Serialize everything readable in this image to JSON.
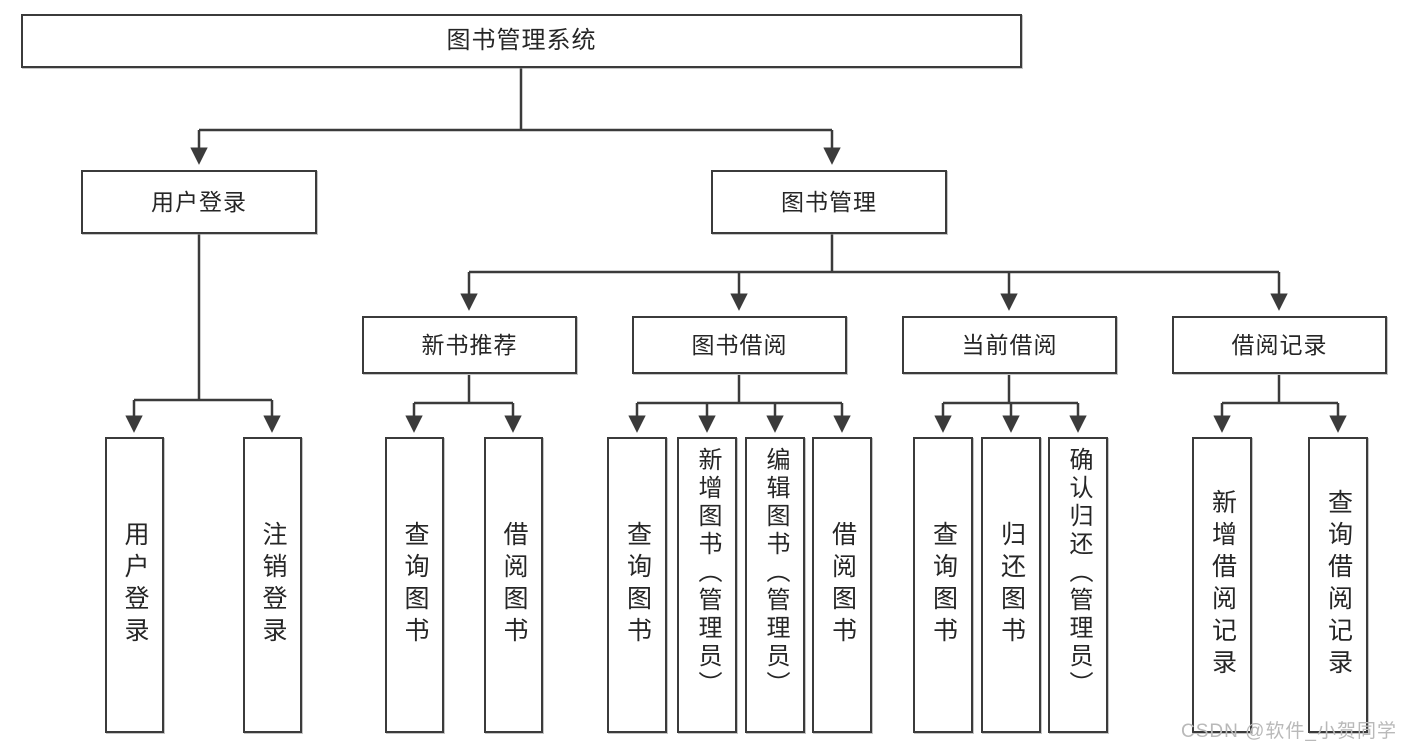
{
  "diagram": {
    "title": "图书管理系统",
    "type": "tree",
    "watermark": "CSDN @软件_小贺同学",
    "colors": {
      "box_border": "#3b3b3b",
      "box_fill": "#ffffff",
      "connector": "#3b3b3b",
      "text": "#262626",
      "watermark": "#b9b9b9"
    },
    "levels": {
      "root": "图书管理系统",
      "level2": [
        "用户登录",
        "图书管理"
      ],
      "level3": [
        "新书推荐",
        "图书借阅",
        "当前借阅",
        "借阅记录"
      ]
    },
    "nodes": {
      "root": {
        "label": "图书管理系统"
      },
      "user_login": {
        "label": "用户登录"
      },
      "book_manage": {
        "label": "图书管理"
      },
      "new_book_rec": {
        "label": "新书推荐"
      },
      "book_borrow": {
        "label": "图书借阅"
      },
      "current_borrow": {
        "label": "当前借阅"
      },
      "borrow_record": {
        "label": "借阅记录"
      },
      "leaf_user_login": {
        "label": "用户登录"
      },
      "leaf_user_logout": {
        "label": "注销登录"
      },
      "leaf_rec_query": {
        "label": "查询图书"
      },
      "leaf_rec_borrow": {
        "label": "借阅图书"
      },
      "leaf_borrow_query": {
        "label": "查询图书"
      },
      "leaf_borrow_add": {
        "label": "新增图书（管理员）"
      },
      "leaf_borrow_edit": {
        "label": "编辑图书（管理员）"
      },
      "leaf_borrow_lend": {
        "label": "借阅图书"
      },
      "leaf_cur_query": {
        "label": "查询图书"
      },
      "leaf_cur_return": {
        "label": "归还图书"
      },
      "leaf_cur_confirm": {
        "label": "确认归还（管理员）"
      },
      "leaf_rec_add": {
        "label": "新增借阅记录"
      },
      "leaf_rec_query2": {
        "label": "查询借阅记录"
      }
    },
    "edges": [
      {
        "from": "root",
        "to": "user_login"
      },
      {
        "from": "root",
        "to": "book_manage"
      },
      {
        "from": "user_login",
        "to": "leaf_user_login"
      },
      {
        "from": "user_login",
        "to": "leaf_user_logout"
      },
      {
        "from": "book_manage",
        "to": "new_book_rec"
      },
      {
        "from": "book_manage",
        "to": "book_borrow"
      },
      {
        "from": "book_manage",
        "to": "current_borrow"
      },
      {
        "from": "book_manage",
        "to": "borrow_record"
      },
      {
        "from": "new_book_rec",
        "to": "leaf_rec_query"
      },
      {
        "from": "new_book_rec",
        "to": "leaf_rec_borrow"
      },
      {
        "from": "book_borrow",
        "to": "leaf_borrow_query"
      },
      {
        "from": "book_borrow",
        "to": "leaf_borrow_add"
      },
      {
        "from": "book_borrow",
        "to": "leaf_borrow_edit"
      },
      {
        "from": "book_borrow",
        "to": "leaf_borrow_lend"
      },
      {
        "from": "current_borrow",
        "to": "leaf_cur_query"
      },
      {
        "from": "current_borrow",
        "to": "leaf_cur_return"
      },
      {
        "from": "current_borrow",
        "to": "leaf_cur_confirm"
      },
      {
        "from": "borrow_record",
        "to": "leaf_rec_add"
      },
      {
        "from": "borrow_record",
        "to": "leaf_rec_query2"
      }
    ]
  }
}
